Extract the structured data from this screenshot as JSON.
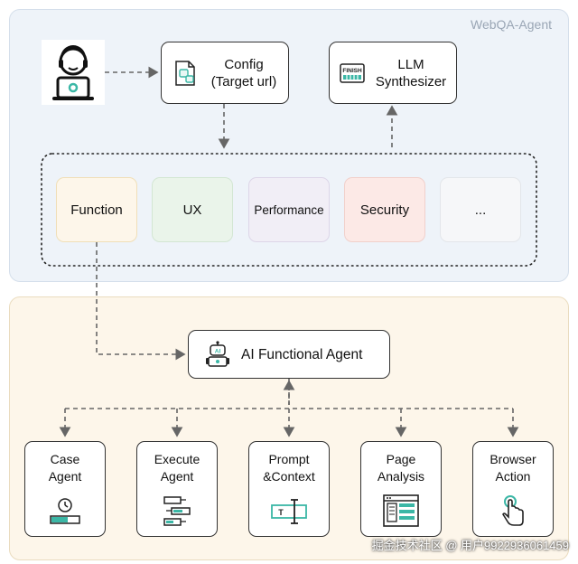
{
  "top_panel": {
    "title": "WebQA-Agent"
  },
  "user": {
    "icon": "user-laptop-icon"
  },
  "config": {
    "label": "Config\n(Target url)",
    "icon": "config-file-icon"
  },
  "llm": {
    "label": "LLM\nSynthesizer",
    "icon": "finish-flag-icon"
  },
  "chips": [
    {
      "label": "Function",
      "bg": "#fdf6ea",
      "border": "#f0dfb8"
    },
    {
      "label": "UX",
      "bg": "#eaf4ea",
      "border": "#d3e6d3"
    },
    {
      "label": "Performance",
      "bg": "#f1eef6",
      "border": "#ddd6e8"
    },
    {
      "label": "Security",
      "bg": "#fce9e6",
      "border": "#f1d0cb"
    },
    {
      "label": "...",
      "bg": "#f6f7f9",
      "border": "#e3e6ea"
    }
  ],
  "ai_agent": {
    "label": "AI Functional Agent",
    "icon": "robot-icon"
  },
  "agents": [
    {
      "label": "Case\nAgent",
      "icon": "timer-progress-icon"
    },
    {
      "label": "Execute\nAgent",
      "icon": "workflow-blocks-icon"
    },
    {
      "label": "Prompt\n&Context",
      "icon": "text-cursor-icon"
    },
    {
      "label": "Page\nAnalysis",
      "icon": "webpage-layout-icon"
    },
    {
      "label": "Browser\nAction",
      "icon": "pointer-hand-icon"
    }
  ],
  "watermark": "掘金技术社区 @ 用户9922936061459"
}
